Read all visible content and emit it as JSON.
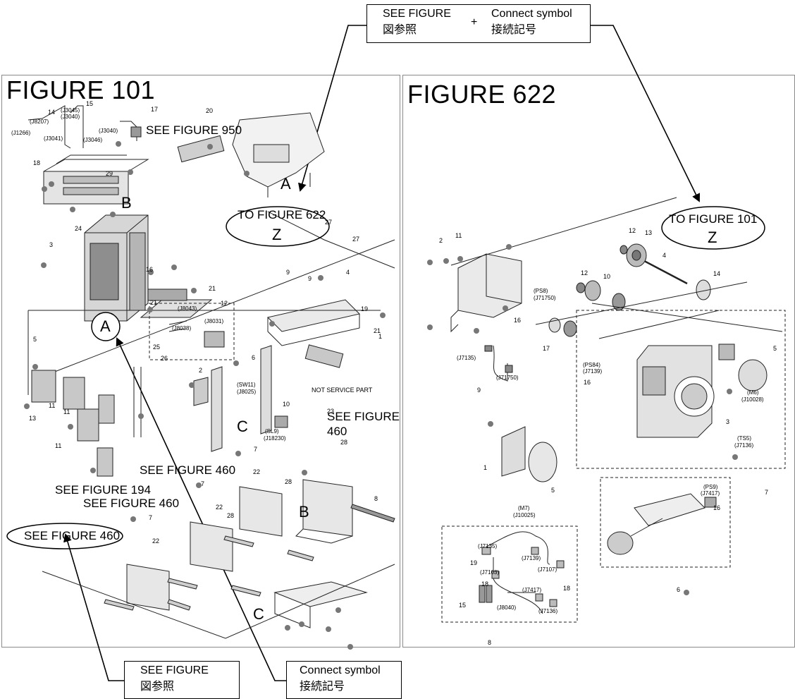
{
  "legend_top": {
    "see_figure_en": "SEE FIGURE",
    "see_figure_ja": "図参照",
    "plus": "+",
    "connect_en": "Connect symbol",
    "connect_ja": "接続記号"
  },
  "legend_bottom": {
    "see_figure_en": "SEE FIGURE",
    "see_figure_ja": "図参照",
    "connect_en": "Connect symbol",
    "connect_ja": "接続記号"
  },
  "fig101": {
    "title": "FIGURE 101",
    "see950": "SEE FIGURE 950",
    "to622": "TO FIGURE 622",
    "z": "Z",
    "see460_right_l1": "SEE FIGURE",
    "see460_right_l2": "460",
    "see460_mid": "SEE FIGURE 460",
    "see194": "SEE FIGURE 194",
    "see460_low": "SEE FIGURE 460",
    "see460_oval": "SEE FIGURE 460",
    "not_service": "NOT SERVICE PART",
    "letters": {
      "a_top": "A",
      "b_top": "B",
      "a_circle": "A",
      "c_mid": "C",
      "b_low": "B",
      "c_low": "C"
    },
    "connectors": {
      "j1266": "(J1266)",
      "j8207": "(J8207)",
      "j3041": "(J3041)",
      "j3045": "(J3045)",
      "j3040a": "(J3040)",
      "j3040b": "(J3040)",
      "j3046": "(J3046)",
      "j8043": "(J8043)",
      "j8038": "(J8038)",
      "j8031": "(J8031)",
      "sw11": "(SW11)",
      "j8025": "(J8025)",
      "sl9": "(SL9)",
      "j18230": "(J18230)"
    },
    "numbers": {
      "n14": "14",
      "n15": "15",
      "n17": "17",
      "n18": "18",
      "n29": "29",
      "n20": "20",
      "n24": "24",
      "n3": "3",
      "n16": "16",
      "n21a": "21",
      "n21b": "21",
      "n21c": "21",
      "n12": "12",
      "n25": "25",
      "n26": "26",
      "n27a": "27",
      "n27b": "27",
      "n9a": "9",
      "n9b": "9",
      "n4": "4",
      "n19": "19",
      "n1": "1",
      "n5": "5",
      "n11a": "11",
      "n11b": "11",
      "n11c": "11",
      "n13": "13",
      "n2": "2",
      "n6": "6",
      "n10": "10",
      "n23": "23",
      "n28a": "28",
      "n28b": "28",
      "n28c": "28",
      "n7a": "7",
      "n7b": "7",
      "n7c": "7",
      "n22a": "22",
      "n22b": "22",
      "n22c": "22",
      "n8": "8"
    }
  },
  "fig622": {
    "title": "FIGURE 622",
    "to101": "TO FIGURE 101",
    "z": "Z",
    "connectors": {
      "ps8": "(PS8)",
      "j71750a": "(J71750)",
      "j7135a": "(J7135)",
      "j71750b": "(J71750)",
      "ps84": "(PS84)",
      "j7139a": "(J7139)",
      "m6": "(M6)",
      "j10028": "(J10028)",
      "ts5": "(TS5)",
      "j7136a": "(J7136)",
      "m7": "(M7)",
      "j10025": "(J10025)",
      "ps9": "(PS9)",
      "j7417a": "(J7417)",
      "j7135b": "(J7135)",
      "j7139b": "(J7139)",
      "j7107": "(J7107)",
      "j7103": "(J7103)",
      "j7417b": "(J7417)",
      "j8040": "(J8040)",
      "j7136b": "(J7136)"
    },
    "numbers": {
      "n2": "2",
      "n11": "11",
      "n12a": "12",
      "n13": "13",
      "n4": "4",
      "n12b": "12",
      "n10": "10",
      "n14": "14",
      "n16a": "16",
      "n17": "17",
      "n9": "9",
      "n16b": "16",
      "n5a": "5",
      "n3": "3",
      "n7": "7",
      "n1": "1",
      "n5b": "5",
      "n16c": "16",
      "n6": "6",
      "n19": "19",
      "n18a": "18",
      "n18b": "18",
      "n15": "15",
      "n8": "8"
    }
  }
}
